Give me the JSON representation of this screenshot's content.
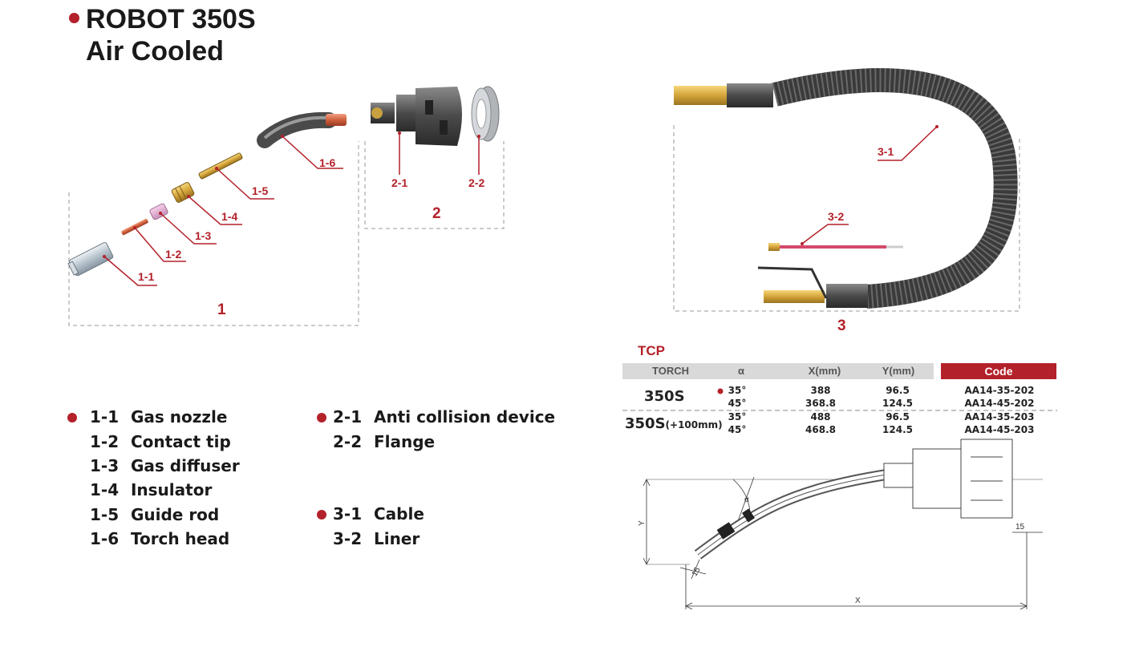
{
  "title": {
    "line1": "ROBOT 350S",
    "line2": "Air Cooled"
  },
  "callouts": {
    "c1_1": "1-1",
    "c1_2": "1-2",
    "c1_3": "1-3",
    "c1_4": "1-4",
    "c1_5": "1-5",
    "c1_6": "1-6",
    "c2_1": "2-1",
    "c2_2": "2-2",
    "c3_1": "3-1",
    "c3_2": "3-2",
    "g1": "1",
    "g2": "2",
    "g3": "3"
  },
  "legend": {
    "group1": [
      {
        "code": "1-1",
        "name": "Gas nozzle"
      },
      {
        "code": "1-2",
        "name": "Contact tip"
      },
      {
        "code": "1-3",
        "name": "Gas diffuser"
      },
      {
        "code": "1-4",
        "name": "Insulator"
      },
      {
        "code": "1-5",
        "name": "Guide rod"
      },
      {
        "code": "1-6",
        "name": "Torch head"
      }
    ],
    "group2": [
      {
        "code": "2-1",
        "name": "Anti collision device"
      },
      {
        "code": "2-2",
        "name": "Flange"
      }
    ],
    "group3": [
      {
        "code": "3-1",
        "name": "Cable"
      },
      {
        "code": "3-2",
        "name": "Liner"
      }
    ]
  },
  "tcp": {
    "title": "TCP",
    "headers": {
      "torch": "TORCH",
      "alpha": "α",
      "x": "X(mm)",
      "y": "Y(mm)",
      "code": "Code"
    },
    "torch1": "350S",
    "torch2_main": "350S",
    "torch2_sub": "(+100mm)",
    "rows": [
      {
        "alpha": "35°",
        "x": "388",
        "y": "96.5",
        "code": "AA14-35-202"
      },
      {
        "alpha": "45°",
        "x": "368.8",
        "y": "124.5",
        "code": "AA14-45-202"
      },
      {
        "alpha": "35°",
        "x": "488",
        "y": "96.5",
        "code": "AA14-35-203"
      },
      {
        "alpha": "45°",
        "x": "468.8",
        "y": "124.5",
        "code": "AA14-45-203"
      }
    ]
  },
  "dimension": {
    "alpha_symbol": "α",
    "y_label": "Y",
    "x_label": "X",
    "dim1": "15",
    "dim2": "15"
  },
  "colors": {
    "accent": "#b3212a",
    "header_gray": "#d9d9d9",
    "brass": "#d4a43a",
    "copper": "#c8573a",
    "cable": "#5a5a5a"
  }
}
